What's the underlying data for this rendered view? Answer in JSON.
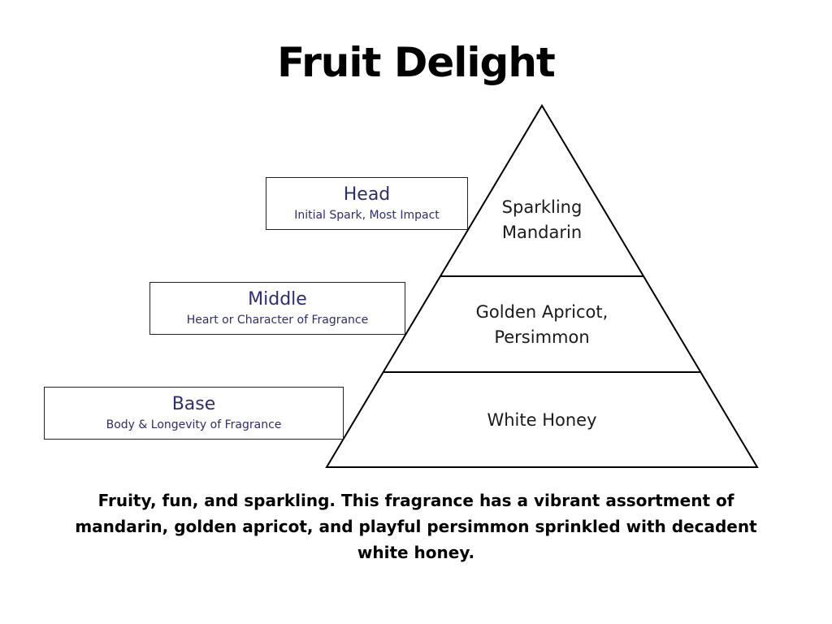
{
  "title": "Fruit Delight",
  "pyramid": {
    "tiers": [
      {
        "lines": [
          "Sparkling",
          "Mandarin"
        ]
      },
      {
        "lines": [
          "Golden Apricot,",
          "Persimmon"
        ]
      },
      {
        "lines": [
          "White Honey"
        ]
      }
    ]
  },
  "labels": {
    "head": {
      "name": "Head",
      "desc": "Initial Spark, Most Impact"
    },
    "middle": {
      "name": "Middle",
      "desc": "Heart or Character of Fragrance"
    },
    "base": {
      "name": "Base",
      "desc": "Body & Longevity of Fragrance"
    }
  },
  "description": "Fruity, fun, and sparkling. This fragrance has a vibrant assortment of mandarin, golden apricot, and playful persimmon sprinkled with decadent white honey.",
  "colors": {
    "label_text": "#2d2d70",
    "line": "#000000"
  }
}
